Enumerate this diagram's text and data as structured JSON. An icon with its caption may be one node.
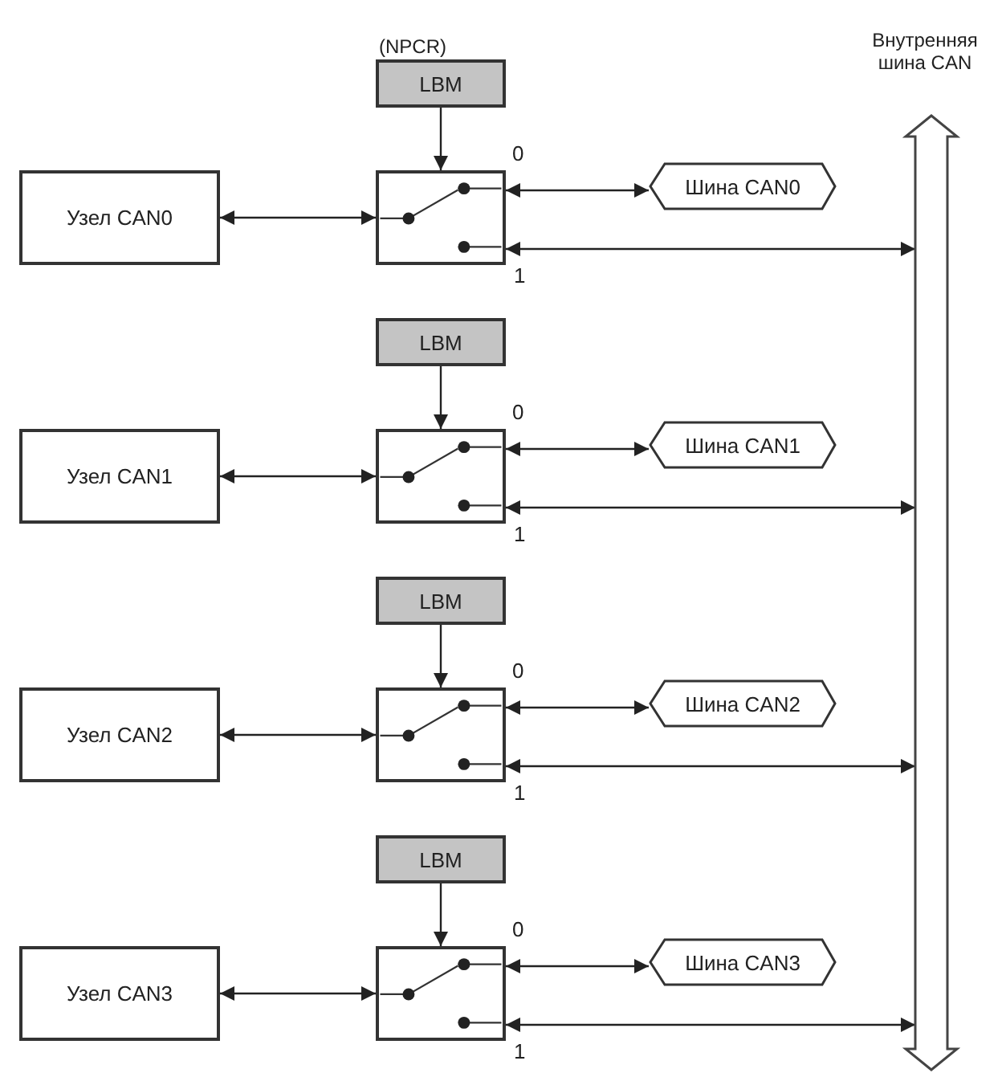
{
  "diagram": {
    "nodes": [
      {
        "text": [
          "Внутренняя шина CAN"
        ]
      },
      {
        "text": [
          "LBM"
        ],
        "beside": [
          "(NPCR)"
        ]
      },
      {
        "text": [
          "Узел CAN0"
        ]
      },
      {
        "text": [],
        "shape": "box"
      },
      {
        "text": [
          "Шина CAN0"
        ]
      },
      {
        "text": [
          "LBM"
        ]
      },
      {
        "text": [
          "Узел CAN1"
        ]
      },
      {
        "text": [],
        "shape": "box"
      },
      {
        "text": [
          "Шина CAN1"
        ]
      },
      {
        "text": [
          "LBM"
        ]
      },
      {
        "text": [
          "Узел CAN2"
        ]
      },
      {
        "text": [],
        "shape": "box"
      },
      {
        "text": [
          "Шина CAN2"
        ]
      },
      {
        "text": [
          "LBM"
        ]
      },
      {
        "text": [
          "Узел CAN3"
        ]
      },
      {
        "text": [],
        "shape": "box"
      },
      {
        "text": [
          "Шина CAN3"
        ]
      }
    ],
    "edges": [
      {
        "from": 1,
        "to": 3,
        "arrow": "to"
      },
      {
        "from": 2,
        "to": 3,
        "arrow": "both"
      },
      {
        "from": 3,
        "to": 4,
        "arrow": "both"
      },
      {
        "from": 3,
        "to": 0,
        "arrow": "both"
      },
      {
        "from": 5,
        "to": 7,
        "arrow": "to"
      },
      {
        "from": 6,
        "to": 7,
        "arrow": "both"
      },
      {
        "from": 7,
        "to": 8,
        "arrow": "both"
      },
      {
        "from": 7,
        "to": 0,
        "arrow": "both"
      },
      {
        "from": 9,
        "to": 11,
        "arrow": "to"
      },
      {
        "from": 10,
        "to": 11,
        "arrow": "both"
      },
      {
        "from": 11,
        "to": 12,
        "arrow": "both"
      },
      {
        "from": 11,
        "to": 0,
        "arrow": "both"
      },
      {
        "from": 13,
        "to": 15,
        "arrow": "to"
      },
      {
        "from": 14,
        "to": 15,
        "arrow": "both"
      },
      {
        "from": 15,
        "to": 16,
        "arrow": "both"
      },
      {
        "from": 15,
        "to": 0,
        "arrow": "both"
      }
    ],
    "labels": [
      "0",
      "1",
      "0",
      "1",
      "0",
      "1",
      "0",
      "1"
    ]
  }
}
